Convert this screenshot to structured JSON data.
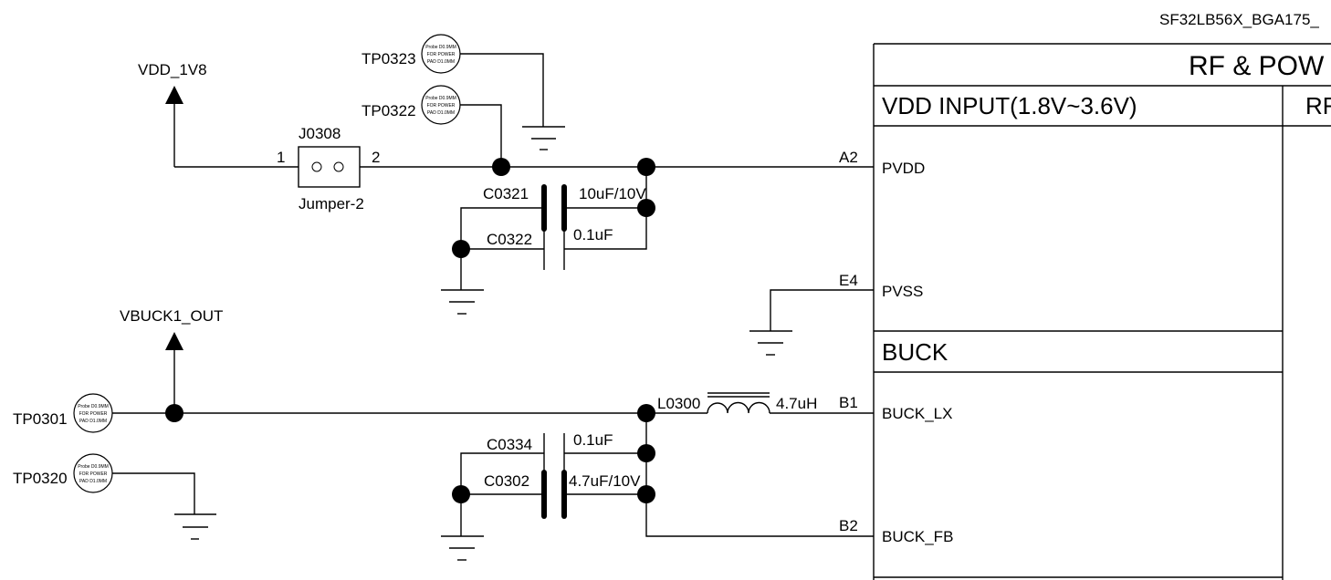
{
  "chip": {
    "part_name": "SF32LB56X_BGA175_",
    "title": "RF & POW",
    "sections": {
      "vdd_input": "VDD INPUT(1.8V~3.6V)",
      "rf": "RF",
      "buck": "BUCK"
    },
    "pins": [
      {
        "ball": "A2",
        "name": "PVDD"
      },
      {
        "ball": "E4",
        "name": "PVSS"
      },
      {
        "ball": "B1",
        "name": "BUCK_LX"
      },
      {
        "ball": "B2",
        "name": "BUCK_FB"
      }
    ]
  },
  "nets": {
    "vdd_1v8": "VDD_1V8",
    "vbuck1_out": "VBUCK1_OUT"
  },
  "jumper": {
    "ref": "J0308",
    "value": "Jumper-2",
    "pin1": "1",
    "pin2": "2"
  },
  "test_points": [
    {
      "ref": "TP0323"
    },
    {
      "ref": "TP0322"
    },
    {
      "ref": "TP0301"
    },
    {
      "ref": "TP0320"
    }
  ],
  "test_point_text": [
    "Probe D0.9MM",
    "FOR POWER",
    "PAD D1.0MM"
  ],
  "capacitors": [
    {
      "ref": "C0321",
      "value": "10uF/10V"
    },
    {
      "ref": "C0322",
      "value": "0.1uF"
    },
    {
      "ref": "C0334",
      "value": "0.1uF"
    },
    {
      "ref": "C0302",
      "value": "4.7uF/10V"
    }
  ],
  "inductor": {
    "ref": "L0300",
    "value": "4.7uH"
  }
}
